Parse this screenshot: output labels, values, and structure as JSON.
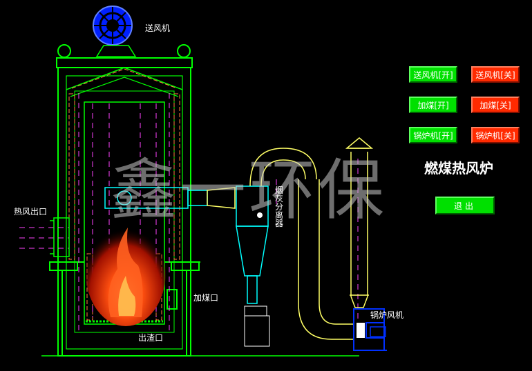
{
  "title": "燃煤热风炉",
  "watermark": "鑫一环保",
  "labels": {
    "supply_fan": "送风机",
    "hot_air_outlet": "热风出口",
    "separator": "烟灰分离器",
    "coal_feed": "加煤口",
    "slag_outlet": "出渣口",
    "boiler_fan": "锅炉风机"
  },
  "controls": {
    "fan_on": "送风机[开]",
    "fan_off": "送风机[关]",
    "coal_on": "加煤[开]",
    "coal_off": "加煤[关]",
    "boiler_on": "锅炉机[开]",
    "boiler_off": "锅炉机[关]",
    "exit": "退出"
  },
  "colors": {
    "structure": "#00ff00",
    "pipe": "#ffff66",
    "dash": "#ff44ff",
    "fan": "#0020ff",
    "on": "#00e000",
    "off": "#ff2a00"
  }
}
